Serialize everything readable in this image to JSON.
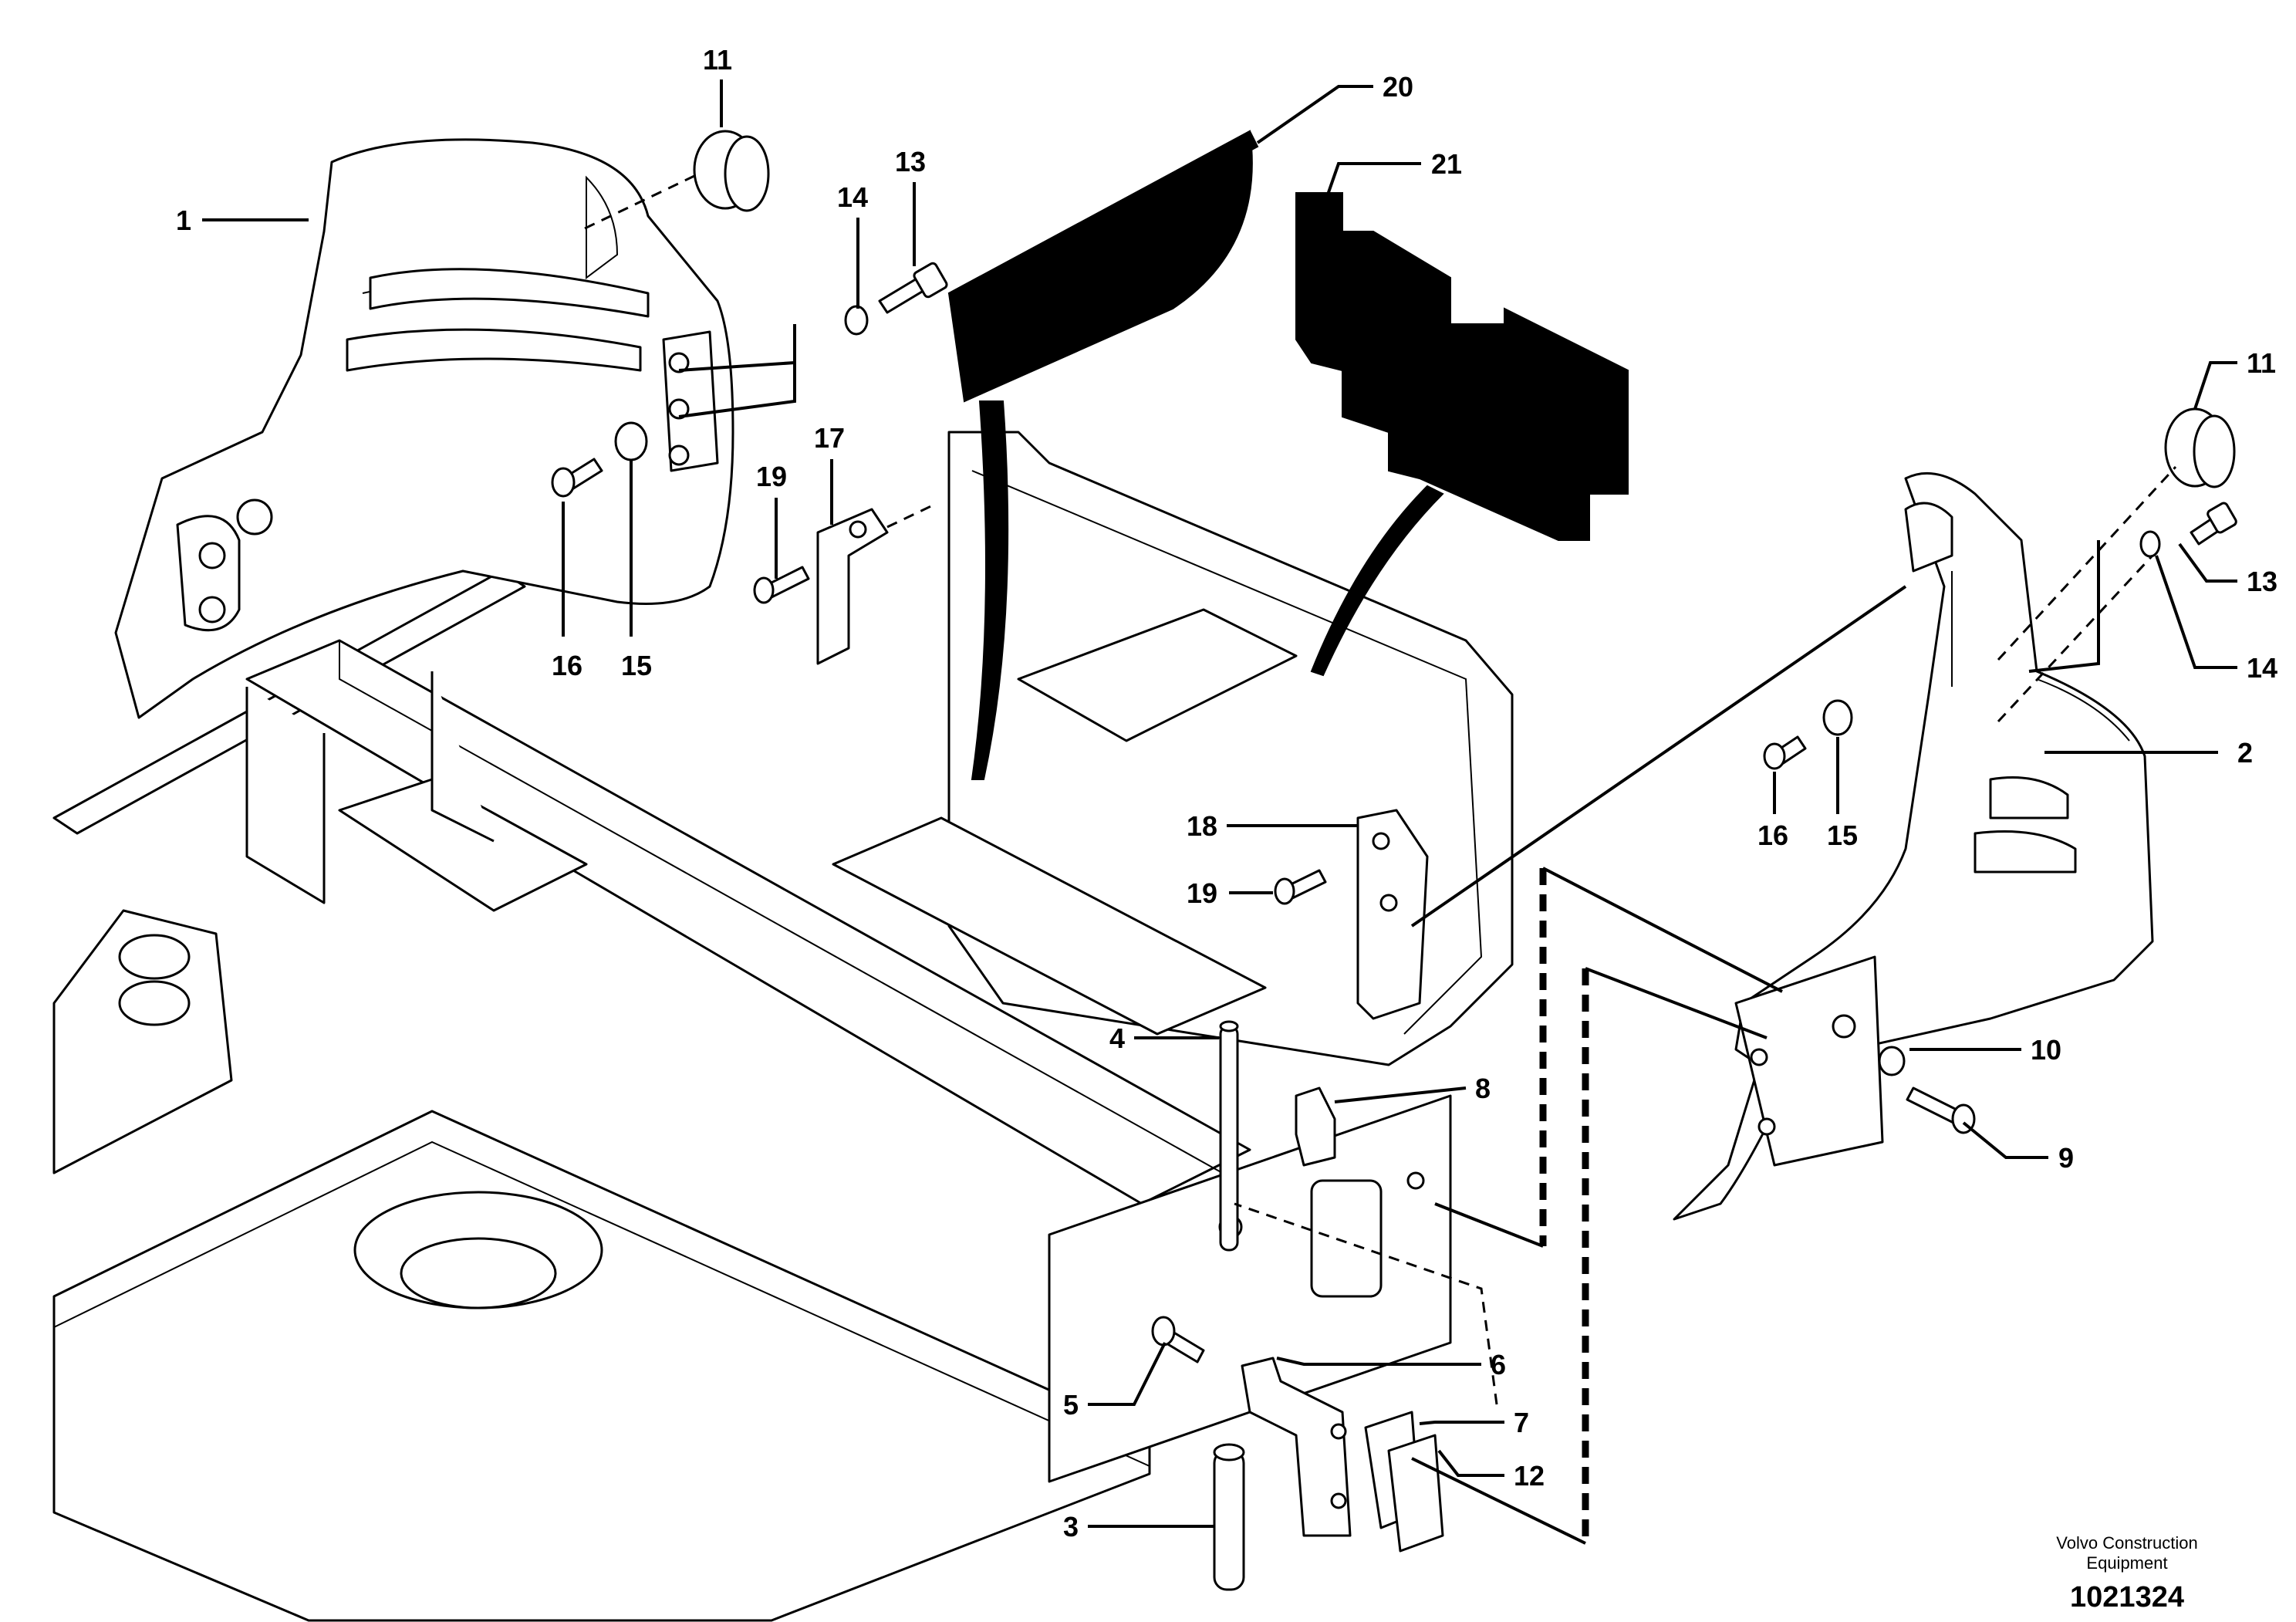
{
  "callouts": {
    "c1": "1",
    "c2": "2",
    "c3": "3",
    "c4": "4",
    "c5": "5",
    "c6": "6",
    "c7": "7",
    "c8": "8",
    "c9": "9",
    "c10": "10",
    "c11a": "11",
    "c11b": "11",
    "c12": "12",
    "c13a": "13",
    "c13b": "13",
    "c14a": "14",
    "c14b": "14",
    "c15a": "15",
    "c15b": "15",
    "c16a": "16",
    "c16b": "16",
    "c17": "17",
    "c18": "18",
    "c19a": "19",
    "c19b": "19",
    "c20": "20",
    "c21": "21"
  },
  "credit": {
    "line1": "Volvo Construction",
    "line2": "Equipment"
  },
  "doc_id": "1021324"
}
